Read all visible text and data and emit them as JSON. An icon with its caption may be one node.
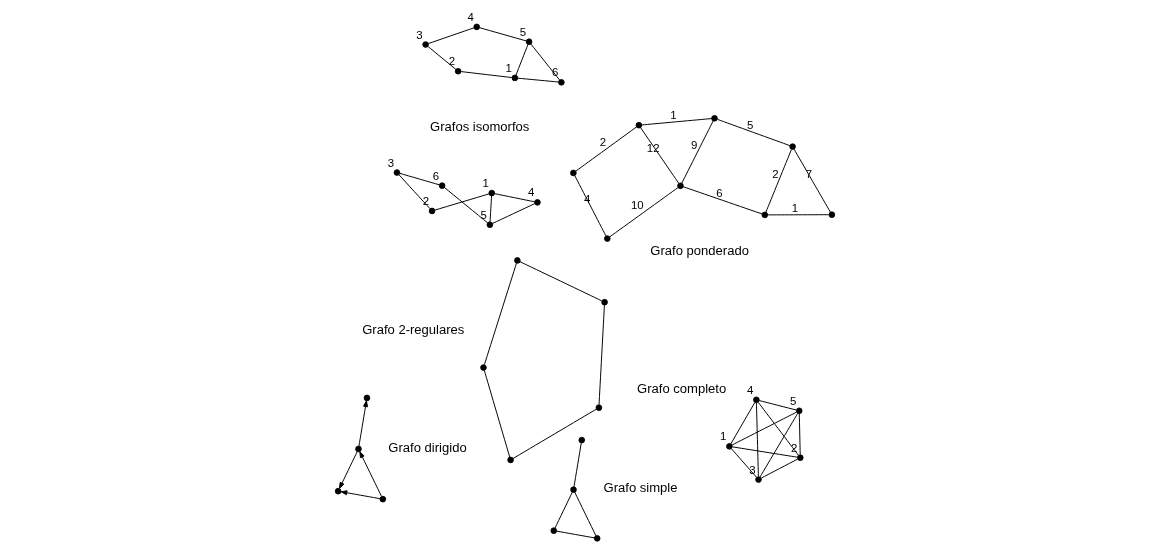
{
  "diagram": {
    "nodes": [
      {
        "text": [],
        "shape": "circle"
      },
      {
        "text": [],
        "shape": "circle"
      },
      {
        "text": [],
        "shape": "circle"
      },
      {
        "text": [],
        "shape": "circle"
      },
      {
        "text": [],
        "shape": "circle"
      },
      {
        "text": [],
        "shape": "circle"
      },
      {
        "text": [],
        "shape": "circle"
      },
      {
        "text": [],
        "shape": "circle"
      },
      {
        "text": [],
        "shape": "circle"
      },
      {
        "text": [],
        "shape": "circle"
      },
      {
        "text": [],
        "shape": "circle"
      },
      {
        "text": [],
        "shape": "circle"
      },
      {
        "text": [],
        "shape": "circle"
      },
      {
        "text": [],
        "shape": "circle"
      },
      {
        "text": [],
        "shape": "circle"
      },
      {
        "text": [],
        "shape": "circle"
      },
      {
        "text": [],
        "shape": "circle"
      },
      {
        "text": [],
        "shape": "circle"
      },
      {
        "text": [],
        "shape": "circle"
      },
      {
        "text": [],
        "shape": "circle"
      },
      {
        "text": [],
        "shape": "circle"
      },
      {
        "text": [],
        "shape": "circle",
        "beside": [
          "1"
        ]
      },
      {
        "text": [],
        "shape": "circle",
        "beside": [
          "2"
        ]
      },
      {
        "text": [],
        "shape": "circle",
        "beside": [
          "3"
        ]
      },
      {
        "text": [],
        "shape": "circle",
        "beside": [
          "4"
        ]
      },
      {
        "text": [],
        "shape": "circle",
        "beside": [
          "5"
        ]
      },
      {
        "text": [],
        "shape": "circle",
        "beside": [
          "2"
        ]
      },
      {
        "text": [],
        "shape": "circle",
        "beside": [
          "4"
        ]
      },
      {
        "text": [],
        "shape": "circle",
        "beside": [
          "1"
        ]
      },
      {
        "text": [],
        "shape": "circle",
        "beside": [
          "5"
        ]
      },
      {
        "text": [],
        "shape": "circle",
        "beside": [
          "6"
        ]
      },
      {
        "text": [],
        "shape": "circle",
        "beside": [
          "3"
        ]
      },
      {
        "text": [],
        "shape": "circle",
        "beside": [
          "2"
        ]
      },
      {
        "text": [],
        "shape": "circle",
        "beside": [
          "1"
        ]
      },
      {
        "text": [],
        "shape": "circle",
        "beside": [
          "3"
        ]
      },
      {
        "text": [],
        "shape": "circle",
        "beside": [
          "4"
        ]
      },
      {
        "text": [],
        "shape": "circle",
        "beside": [
          "6"
        ]
      },
      {
        "text": [],
        "shape": "circle",
        "beside": [
          "5"
        ]
      }
    ],
    "edges": [
      {
        "from": 0,
        "to": 1,
        "arrow": "none"
      },
      {
        "from": 0,
        "to": 2,
        "arrow": "none"
      },
      {
        "from": 2,
        "to": 1,
        "arrow": "none"
      },
      {
        "from": 1,
        "to": 3,
        "arrow": "none"
      },
      {
        "from": 5,
        "to": 4,
        "arrow": "to"
      },
      {
        "from": 6,
        "to": 4,
        "arrow": "to"
      },
      {
        "from": 6,
        "to": 5,
        "arrow": "to"
      },
      {
        "from": 5,
        "to": 7,
        "arrow": "to"
      },
      {
        "from": 8,
        "to": 9,
        "arrow": "none"
      },
      {
        "from": 9,
        "to": 11,
        "arrow": "none"
      },
      {
        "from": 11,
        "to": 12,
        "arrow": "none"
      },
      {
        "from": 12,
        "to": 10,
        "arrow": "none"
      },
      {
        "from": 10,
        "to": 8,
        "arrow": "none"
      },
      {
        "from": 13,
        "to": 14,
        "arrow": "none",
        "label": "2"
      },
      {
        "from": 13,
        "to": 15,
        "arrow": "none",
        "label": "4"
      },
      {
        "from": 14,
        "to": 16,
        "arrow": "none",
        "label": "1"
      },
      {
        "from": 14,
        "to": 17,
        "arrow": "none",
        "label": "12"
      },
      {
        "from": 15,
        "to": 17,
        "arrow": "none",
        "label": "10"
      },
      {
        "from": 16,
        "to": 17,
        "arrow": "none",
        "label": "9"
      },
      {
        "from": 16,
        "to": 18,
        "arrow": "none",
        "label": "5"
      },
      {
        "from": 17,
        "to": 19,
        "arrow": "none",
        "label": "6"
      },
      {
        "from": 18,
        "to": 19,
        "arrow": "none",
        "label": "2"
      },
      {
        "from": 18,
        "to": 20,
        "arrow": "none",
        "label": "7"
      },
      {
        "from": 19,
        "to": 20,
        "arrow": "none",
        "label": "1"
      },
      {
        "from": 21,
        "to": 22,
        "arrow": "none"
      },
      {
        "from": 21,
        "to": 23,
        "arrow": "none"
      },
      {
        "from": 21,
        "to": 24,
        "arrow": "none"
      },
      {
        "from": 21,
        "to": 25,
        "arrow": "none"
      },
      {
        "from": 22,
        "to": 23,
        "arrow": "none"
      },
      {
        "from": 22,
        "to": 24,
        "arrow": "none"
      },
      {
        "from": 22,
        "to": 25,
        "arrow": "none"
      },
      {
        "from": 23,
        "to": 24,
        "arrow": "none"
      },
      {
        "from": 24,
        "to": 25,
        "arrow": "none"
      },
      {
        "from": 23,
        "to": 25,
        "arrow": "none"
      },
      {
        "from": 26,
        "to": 28,
        "arrow": "none"
      },
      {
        "from": 28,
        "to": 29,
        "arrow": "none"
      },
      {
        "from": 28,
        "to": 30,
        "arrow": "none"
      },
      {
        "from": 29,
        "to": 30,
        "arrow": "none"
      },
      {
        "from": 27,
        "to": 29,
        "arrow": "none"
      },
      {
        "from": 26,
        "to": 31,
        "arrow": "none"
      },
      {
        "from": 27,
        "to": 31,
        "arrow": "none"
      },
      {
        "from": 33,
        "to": 32,
        "arrow": "none"
      },
      {
        "from": 32,
        "to": 34,
        "arrow": "none"
      },
      {
        "from": 34,
        "to": 36,
        "arrow": "none"
      },
      {
        "from": 36,
        "to": 37,
        "arrow": "none"
      },
      {
        "from": 37,
        "to": 35,
        "arrow": "none"
      },
      {
        "from": 35,
        "to": 33,
        "arrow": "none"
      },
      {
        "from": 33,
        "to": 37,
        "arrow": "none"
      }
    ],
    "labels": [
      "Grafo simple",
      "Grafo dirigido",
      "Grafo 2-regulares",
      "Grafo ponderado",
      "Grafo completo",
      "Grafos isomorfos"
    ]
  }
}
